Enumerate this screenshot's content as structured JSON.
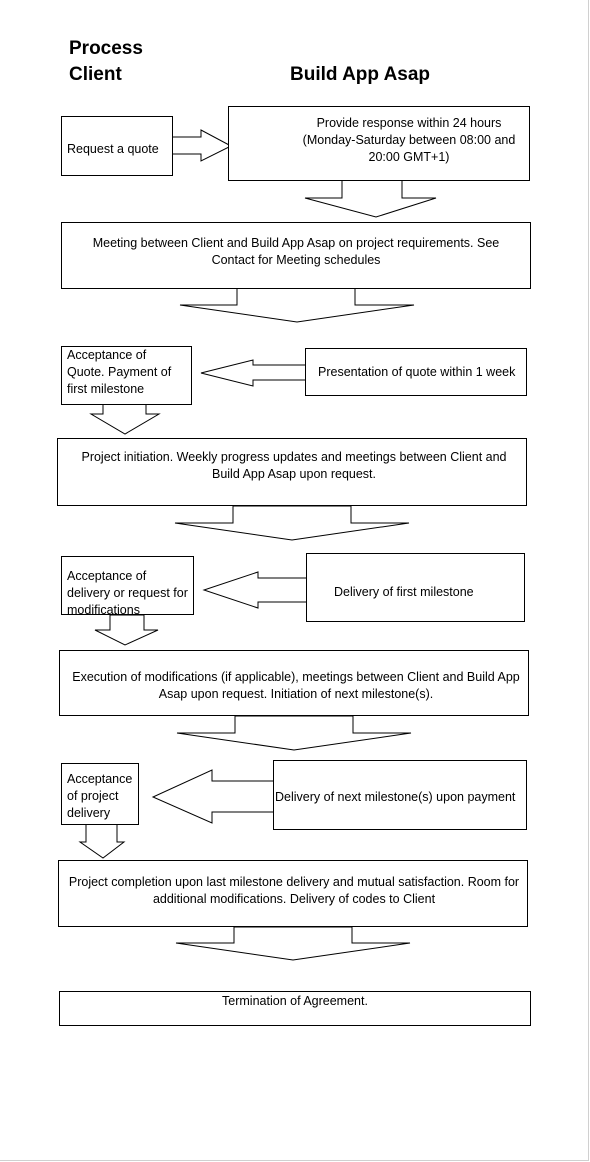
{
  "header": {
    "process": "Process",
    "client": "Client",
    "company": "Build App Asap"
  },
  "steps": {
    "request_quote": "Request a quote",
    "provide_response": "Provide response within 24 hours (Monday-Saturday between 08:00 and 20:00 GMT+1)",
    "meeting": "Meeting between Client and Build App Asap on project requirements. See Contact for Meeting schedules",
    "acceptance_quote": "Acceptance of Quote. Payment of first milestone",
    "presentation_quote": "Presentation of quote within 1 week",
    "project_initiation": "Project initiation. Weekly progress updates and meetings between Client and Build App Asap upon request.",
    "acceptance_delivery": "Acceptance of delivery or request for modifications",
    "delivery_first": "Delivery of first milestone",
    "execution_modifications": "Execution of modifications (if applicable), meetings between Client and Build App Asap upon request. Initiation of next milestone(s).",
    "acceptance_project": "Acceptance of project delivery",
    "delivery_next": "Delivery of next milestone(s) upon payment",
    "project_completion": "Project completion upon last milestone delivery and mutual satisfaction. Room for additional modifications. Delivery of codes to Client",
    "termination": "Termination of Agreement."
  }
}
